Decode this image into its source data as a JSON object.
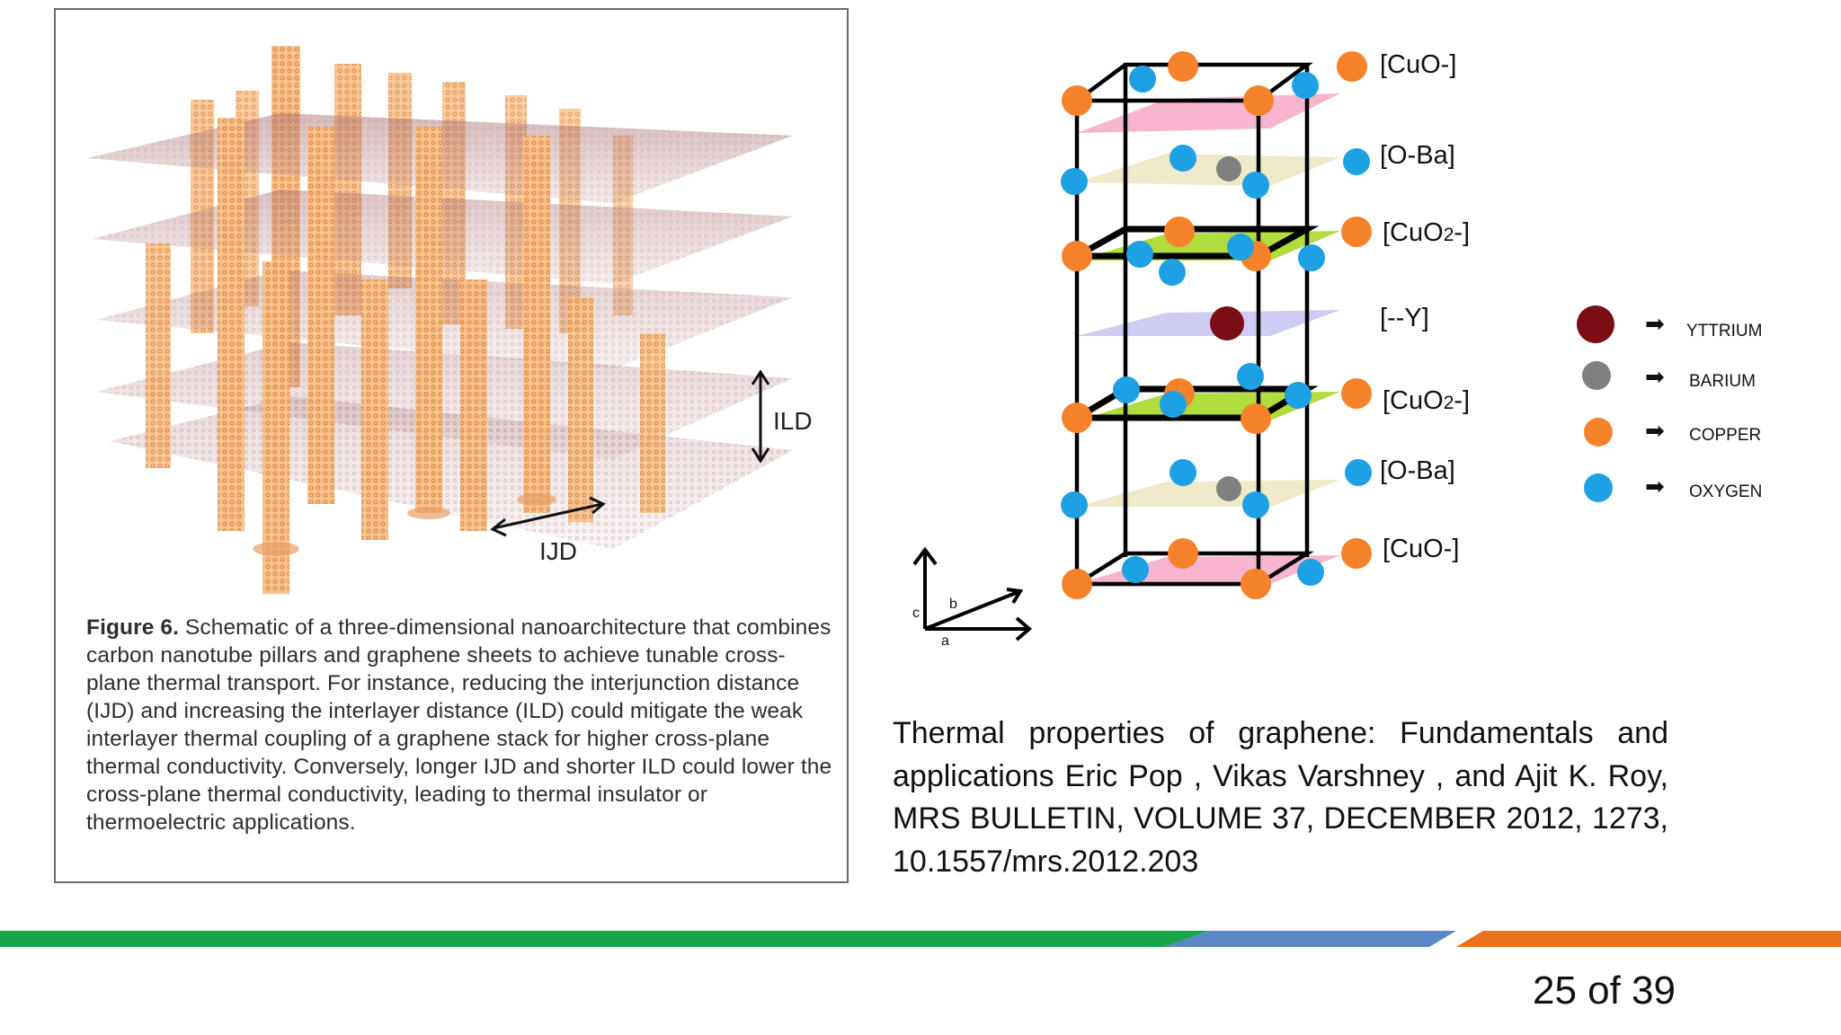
{
  "figure": {
    "label": "Figure 6.",
    "caption": " Schematic of a three-dimensional nanoarchitecture that combines carbon nanotube pillars and graphene sheets to achieve tunable cross-plane thermal transport. For instance, reducing the interjunction distance (IJD) and increasing the interlayer distance (ILD) could mitigate the weak interlayer thermal coupling of a graphene stack for higher cross-plane thermal conductivity. Conversely, longer IJD and shorter ILD could lower the cross-plane thermal conductivity, leading to thermal insulator or thermoelectric applications.",
    "ild_label": "ILD",
    "ijd_label": "IJD"
  },
  "crystal": {
    "layers": [
      {
        "label": "[CuO-]"
      },
      {
        "label": "[O-Ba]"
      },
      {
        "label_main": "[CuO",
        "label_sub": "2",
        "label_end": "-]"
      },
      {
        "label": "[--Y]"
      },
      {
        "label_main": "[CuO",
        "label_sub": "2",
        "label_end": "-]"
      },
      {
        "label": "[O-Ba]"
      },
      {
        "label": "[CuO-]"
      }
    ],
    "axes": {
      "c": "c",
      "b": "b",
      "a": "a"
    },
    "legend": [
      {
        "label": "YTTRIUM",
        "color": "#7b0d14"
      },
      {
        "label": "BARIUM",
        "color": "#808080"
      },
      {
        "label": "COPPER",
        "color": "#f6822b"
      },
      {
        "label": "OXYGEN",
        "color": "#1ea1e4"
      }
    ]
  },
  "citation": "Thermal properties of graphene: Fundamentals and applications Eric Pop , Vikas Varshney , and Ajit K. Roy, MRS BULLETIN, VOLUME 37, DECEMBER 2012, 1273, 10.1557/mrs.2012.203",
  "footer": {
    "page": "25 of 39",
    "colors": {
      "green": "#1aa54b",
      "blue": "#5b88c7",
      "orange": "#ec6f1e"
    }
  }
}
